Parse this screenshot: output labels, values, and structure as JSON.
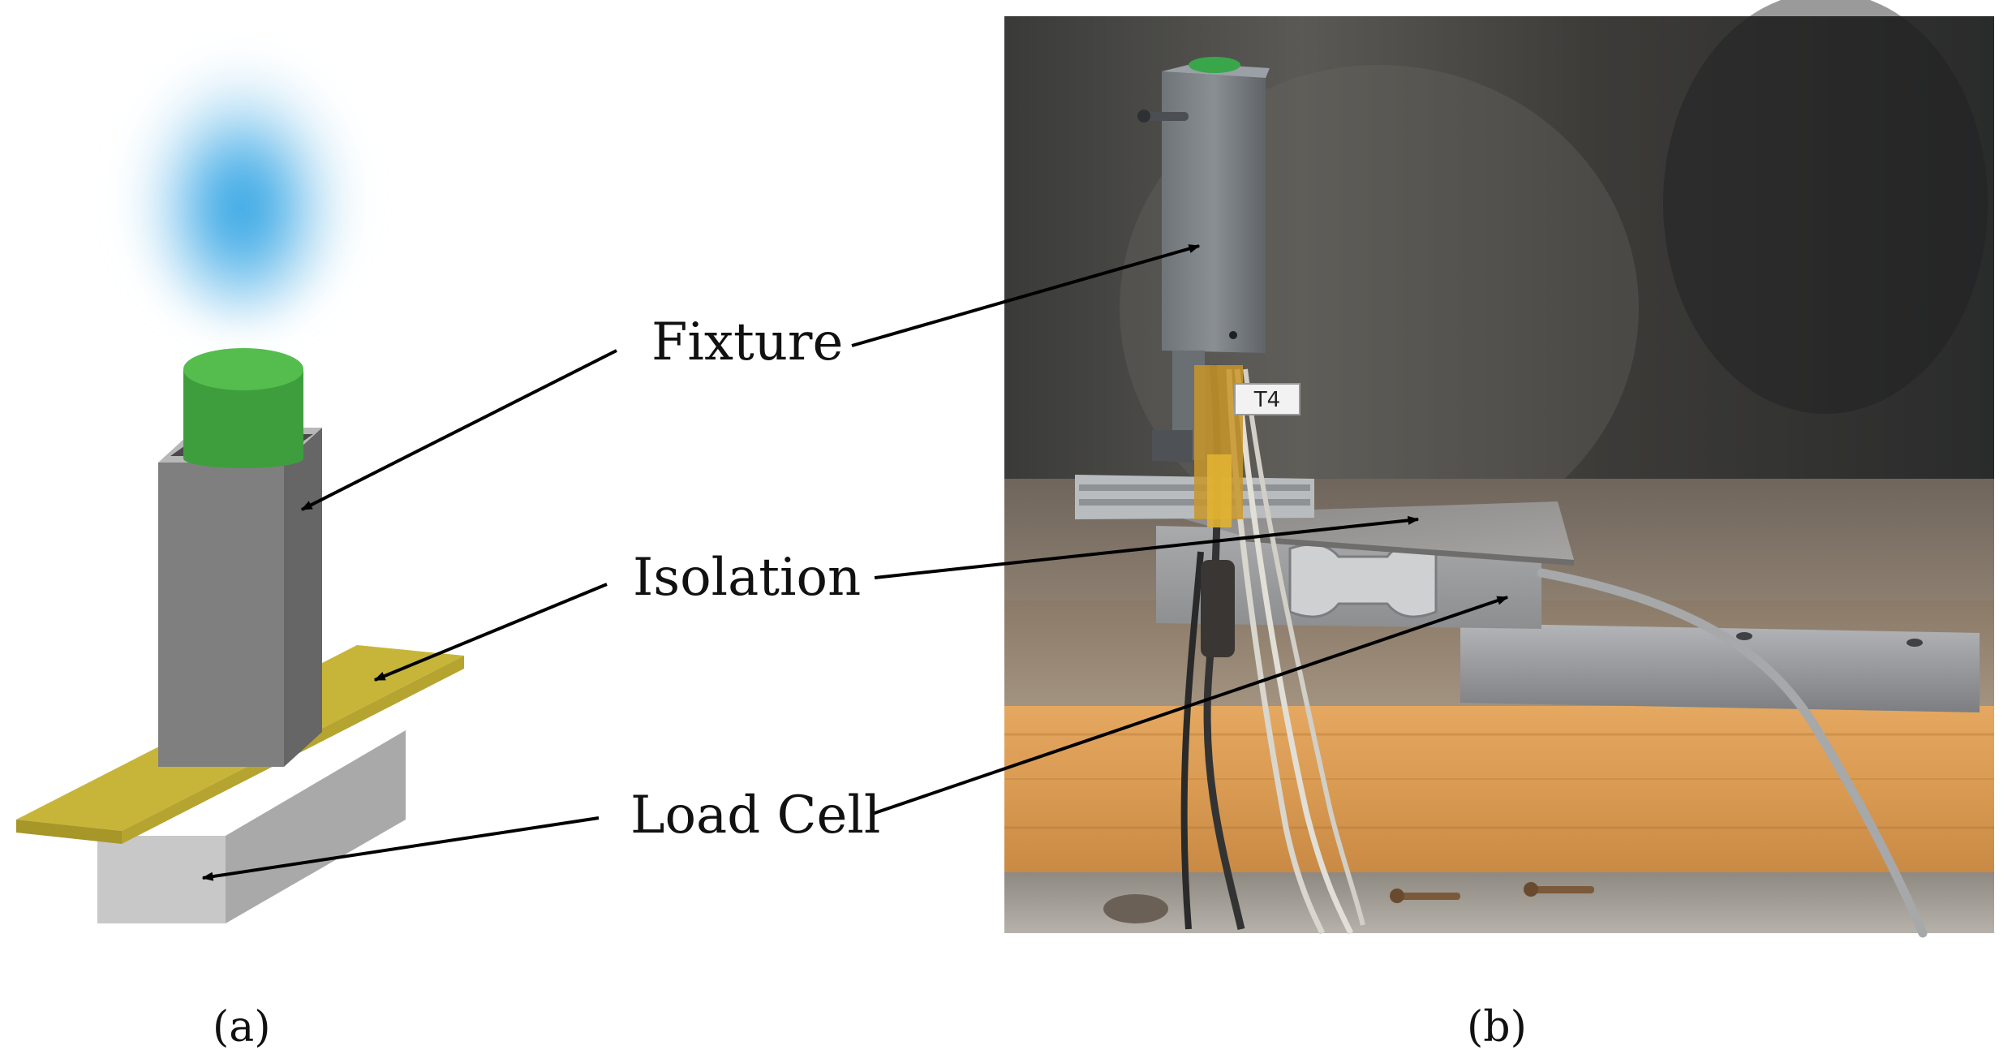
{
  "labels": {
    "fixture": "Fixture",
    "isolation": "Isolation",
    "load_cell": "Load Cell"
  },
  "panels": {
    "a": "(a)",
    "b": "(b)"
  },
  "photo": {
    "tag_text": "T4"
  },
  "colors": {
    "flame": "#2aa3e0",
    "sample_green": "#3ea83e",
    "fixture_gray": "#7d7d7d",
    "isolation_yellow": "#c8b83a",
    "loadcell_gray": "#bdbdbd",
    "arrow": "#000000"
  }
}
